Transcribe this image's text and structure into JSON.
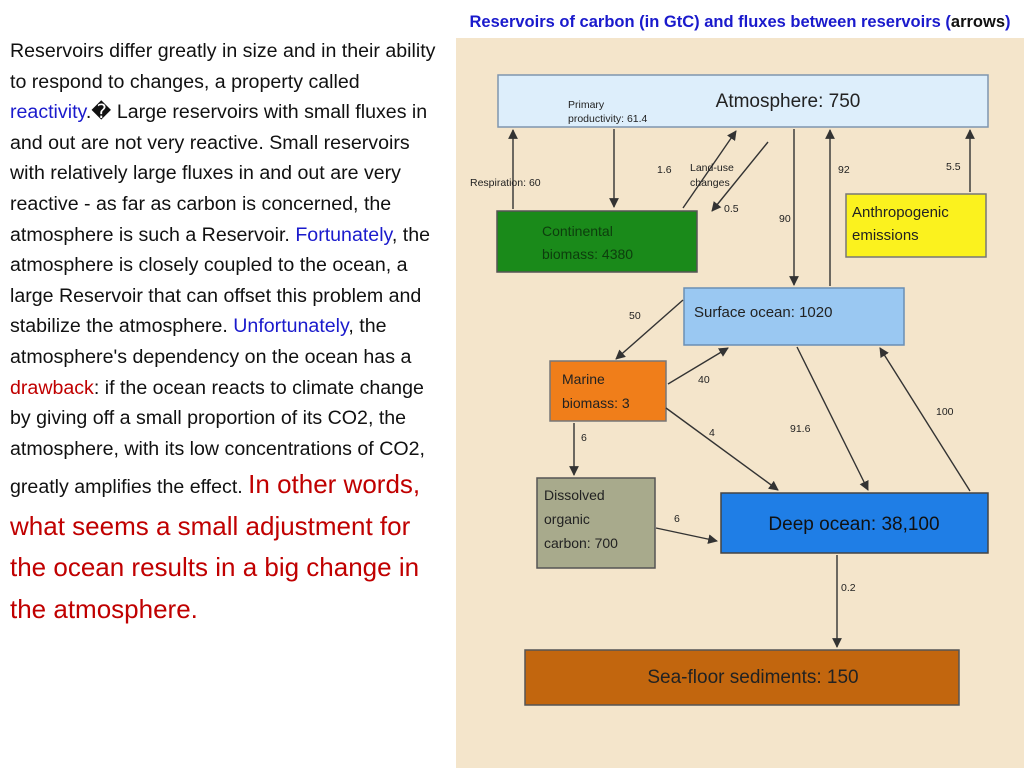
{
  "body_text": {
    "p1": "Reservoirs differ greatly in size and in their ability to respond to changes, a property called ",
    "reactivity": "reactivity",
    "p2": ".� Large reservoirs with small fluxes in and out are not very reactive. Small reservoirs with relatively large fluxes in and out are very reactive - as far as carbon is concerned, the atmosphere is such a Reservoir. ",
    "fortunately": "Fortunately",
    "p3": ", the atmosphere is closely coupled to the ocean, a large Reservoir that can offset this problem and stabilize the atmosphere. ",
    "unfortunately": "Unfortunately",
    "p4": ", the atmosphere's dependency on the ocean has a ",
    "drawback": "drawback",
    "p5": ": if the ocean reacts to climate change by giving off a small proportion of its CO2, the atmosphere, with its low concentrations of CO2, greatly amplifies the effect. ",
    "emphasis": "In other words, what seems a small adjustment for the ocean results in a big change in the atmosphere."
  },
  "title": {
    "main": "Reservoirs of carbon (in GtC) and fluxes between reservoirs (",
    "arrows_word": "arrows",
    "close": ")"
  },
  "reservoirs": {
    "atmosphere": "Atmosphere: 750",
    "continental_line1": "Continental",
    "continental_line2": "biomass: 4380",
    "anthropogenic_line1": "Anthropogenic",
    "anthropogenic_line2": "emissions",
    "surface_ocean": "Surface ocean: 1020",
    "marine_line1": "Marine",
    "marine_line2": "biomass: 3",
    "doc_line1": "Dissolved",
    "doc_line2": "organic",
    "doc_line3": "carbon: 700",
    "deep_ocean": "Deep ocean: 38,100",
    "sediments": "Sea-floor sediments: 150"
  },
  "fluxes": {
    "primary_productivity_line1": "Primary",
    "primary_productivity_line2": "productivity: 61.4",
    "respiration": "Respiration: 60",
    "land_use": "1.6",
    "land_use_label_line1": "Land-use",
    "land_use_label_line2": "changes",
    "land_use_return": "0.5",
    "atm_to_surface": "90",
    "surface_to_atm": "92",
    "anthropogenic": "5.5",
    "surface_to_marine": "50",
    "marine_to_surface": "40",
    "marine_to_doc": "6",
    "marine_to_deep": "4",
    "surface_to_deep": "91.6",
    "deep_to_surface": "100",
    "doc_to_deep": "6",
    "deep_to_sediments": "0.2"
  },
  "colors": {
    "atmosphere": "#ddeefb",
    "continental": "#1a8a1a",
    "anthropogenic": "#fbf21e",
    "surface_ocean": "#9ac8f2",
    "marine": "#f07e1a",
    "doc": "#a8aa8c",
    "deep_ocean": "#1f7ee6",
    "sediments": "#c2660e",
    "panel": "#f4e5cb"
  }
}
